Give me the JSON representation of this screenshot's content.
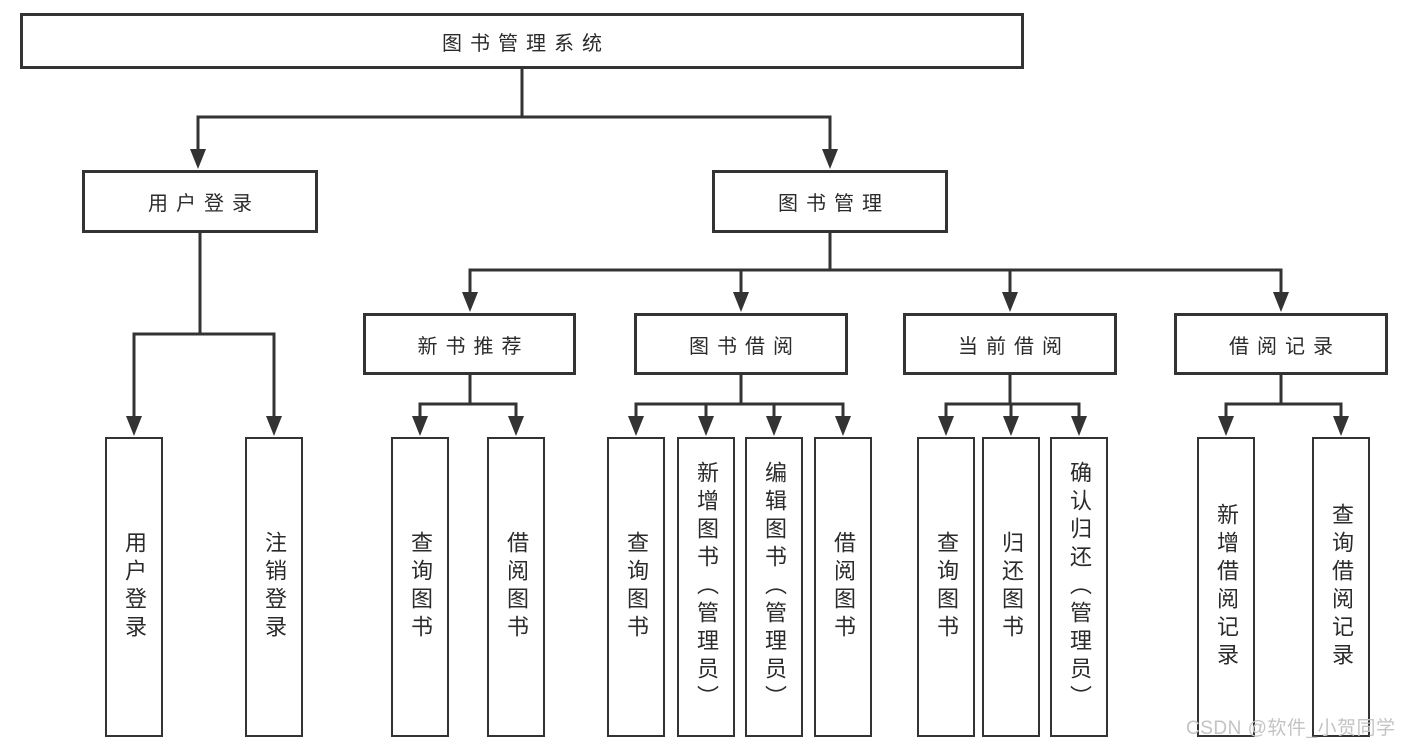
{
  "title": "图书管理系统",
  "branches": {
    "login": {
      "label": "用户登录",
      "children": [
        "用户登录",
        "注销登录"
      ]
    },
    "manage": {
      "label": "图书管理",
      "sections": [
        {
          "label": "新书推荐",
          "children": [
            "查询图书",
            "借阅图书"
          ]
        },
        {
          "label": "图书借阅",
          "children": [
            "查询图书",
            "新增图书（管理员）",
            "编辑图书（管理员）",
            "借阅图书"
          ]
        },
        {
          "label": "当前借阅",
          "children": [
            "查询图书",
            "归还图书",
            "确认归还（管理员）"
          ]
        },
        {
          "label": "借阅记录",
          "children": [
            "新增借阅记录",
            "查询借阅记录"
          ]
        }
      ]
    }
  },
  "watermark": "CSDN @软件_小贺同学",
  "colors": {
    "line": "#333333",
    "box_background": "#ffffff",
    "text": "#2b2b2b",
    "watermark": "#c5c3c3"
  }
}
